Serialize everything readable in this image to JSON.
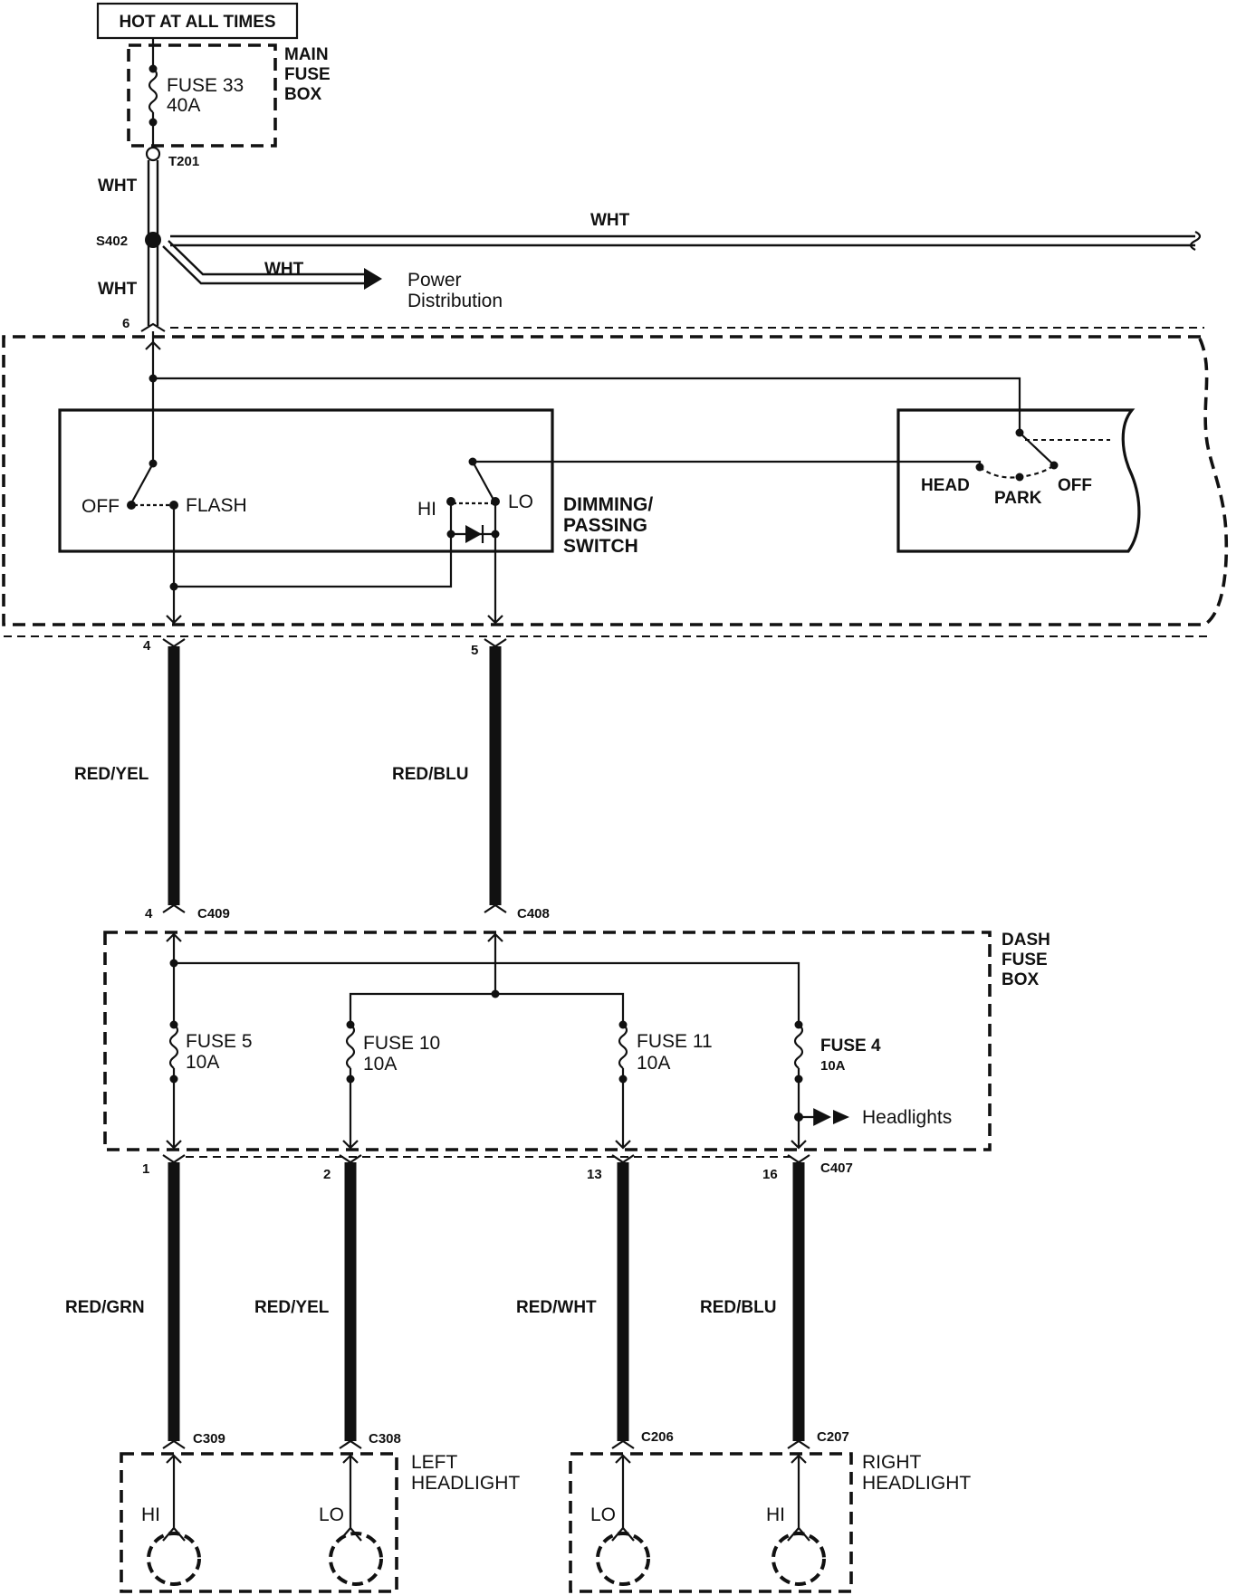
{
  "top": {
    "hot_label": "HOT AT ALL TIMES",
    "main_fuse_box": [
      "MAIN",
      "FUSE",
      "BOX"
    ],
    "fuse33": {
      "name": "FUSE 33",
      "rating": "40A"
    },
    "t201": "T201",
    "wht": "WHT",
    "s402": "S402",
    "power_distribution": [
      "Power",
      "Distribution"
    ],
    "pin6": "6"
  },
  "switch": {
    "off": "OFF",
    "flash": "FLASH",
    "hi": "HI",
    "lo": "LO",
    "name": [
      "DIMMING/",
      "PASSING",
      "SWITCH"
    ],
    "head": "HEAD",
    "park": "PARK",
    "off2": "OFF"
  },
  "middle": {
    "pin4": "4",
    "pin5": "5",
    "red_yel": "RED/YEL",
    "red_blu": "RED/BLU",
    "c409": "C409",
    "c408": "C408"
  },
  "dash_fuse_box": {
    "title": [
      "DASH",
      "FUSE",
      "BOX"
    ],
    "fuse5": {
      "name": "FUSE 5",
      "rating": "10A"
    },
    "fuse10": {
      "name": "FUSE 10",
      "rating": "10A"
    },
    "fuse11": {
      "name": "FUSE 11",
      "rating": "10A"
    },
    "fuse4": {
      "name": "FUSE 4",
      "rating": "10A"
    },
    "headlights": "Headlights"
  },
  "outputs": {
    "pins": [
      "1",
      "2",
      "13",
      "16"
    ],
    "c407": "C407",
    "wires": [
      "RED/GRN",
      "RED/YEL",
      "RED/WHT",
      "RED/BLU"
    ],
    "connectors": [
      "C309",
      "C308",
      "C206",
      "C207"
    ]
  },
  "headlights": {
    "left": [
      "LEFT",
      "HEADLIGHT"
    ],
    "right": [
      "RIGHT",
      "HEADLIGHT"
    ],
    "hi": "HI",
    "lo": "LO"
  }
}
